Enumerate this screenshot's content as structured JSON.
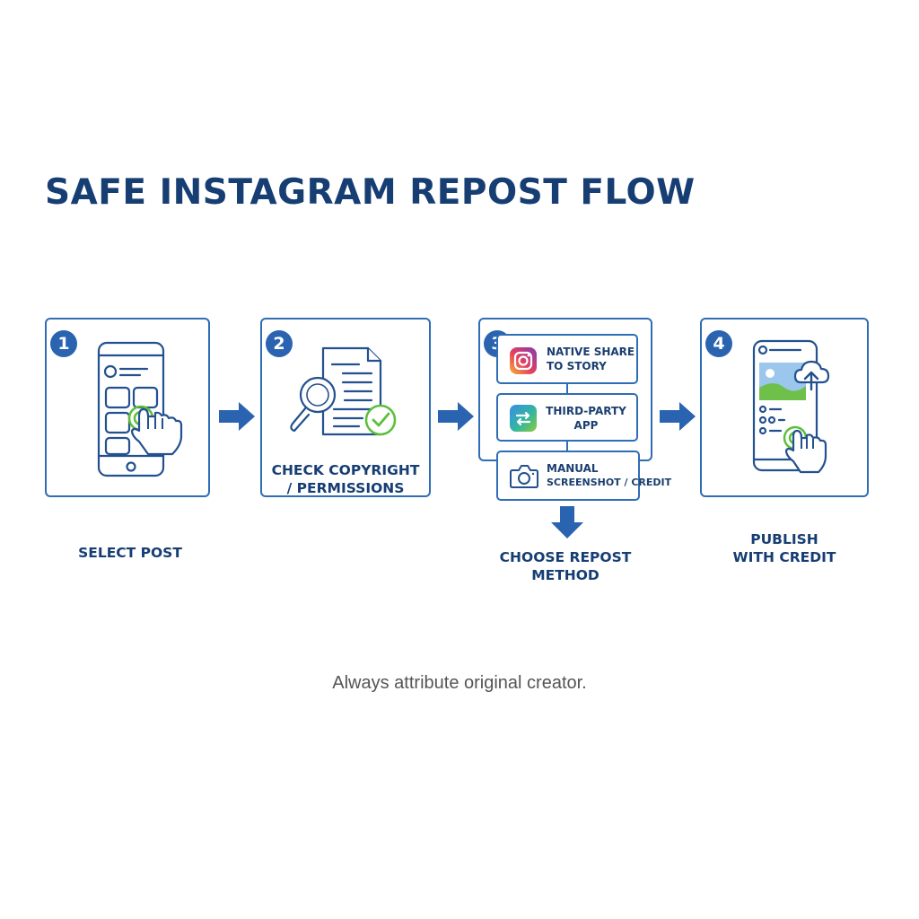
{
  "title": "SAFE INSTAGRAM REPOST FLOW",
  "colors": {
    "primary": "#2a64b0",
    "dark_text": "#163e73",
    "accent_green": "#5cbf3a"
  },
  "steps": [
    {
      "number": "1",
      "label": "SELECT POST",
      "icon": "smartphone-tap-icon"
    },
    {
      "number": "2",
      "label_line1": "CHECK COPYRIGHT",
      "label_line2": "/ PERMISSIONS",
      "icon": "document-search-check-icon"
    },
    {
      "number": "3",
      "label_line1": "CHOOSE REPOST",
      "label_line2": "METHOD",
      "options": [
        {
          "line1": "NATIVE SHARE",
          "line2": "TO STORY",
          "icon": "instagram-icon"
        },
        {
          "line1": "THIRD-PARTY",
          "line2": "APP",
          "icon": "repost-app-icon"
        },
        {
          "line1": "MANUAL",
          "line2": "SCREENSHOT / CREDIT",
          "icon": "camera-icon"
        }
      ]
    },
    {
      "number": "4",
      "label_line1": "PUBLISH",
      "label_line2": "WITH CREDIT",
      "icon": "phone-upload-tap-icon"
    }
  ],
  "footnote": "Always attribute original creator."
}
